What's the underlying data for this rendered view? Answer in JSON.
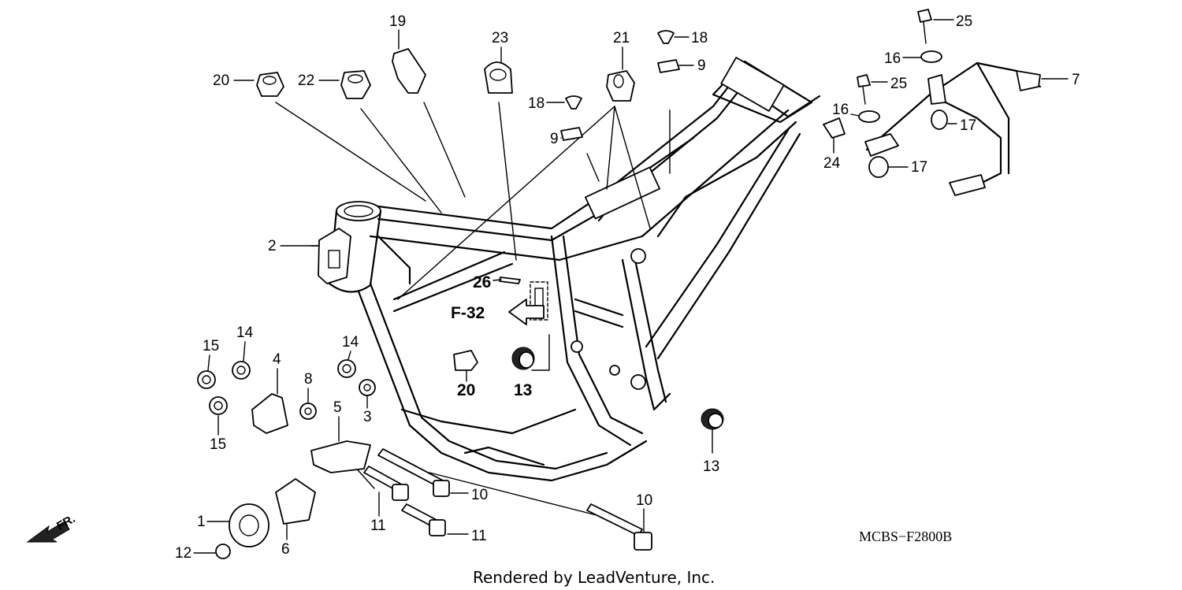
{
  "diagram": {
    "callouts": [
      {
        "id": "20",
        "label": "20"
      },
      {
        "id": "22",
        "label": "22"
      },
      {
        "id": "19",
        "label": "19"
      },
      {
        "id": "23",
        "label": "23"
      },
      {
        "id": "18",
        "label": "18"
      },
      {
        "id": "21",
        "label": "21"
      },
      {
        "id": "9",
        "label": "9"
      },
      {
        "id": "2",
        "label": "2"
      },
      {
        "id": "26",
        "label": "26"
      },
      {
        "id": "13",
        "label": "13"
      },
      {
        "id": "14",
        "label": "14"
      },
      {
        "id": "15",
        "label": "15"
      },
      {
        "id": "4",
        "label": "4"
      },
      {
        "id": "8",
        "label": "8"
      },
      {
        "id": "3",
        "label": "3"
      },
      {
        "id": "5",
        "label": "5"
      },
      {
        "id": "10",
        "label": "10"
      },
      {
        "id": "11",
        "label": "11"
      },
      {
        "id": "1",
        "label": "1"
      },
      {
        "id": "12",
        "label": "12"
      },
      {
        "id": "6",
        "label": "6"
      },
      {
        "id": "25",
        "label": "25"
      },
      {
        "id": "16",
        "label": "16"
      },
      {
        "id": "7",
        "label": "7"
      },
      {
        "id": "17",
        "label": "17"
      },
      {
        "id": "24",
        "label": "24"
      }
    ],
    "reference_label": "F-32",
    "front_label": "FR.",
    "part_code": "MCBS−F2800B",
    "credit": "Rendered by LeadVenture, Inc."
  }
}
